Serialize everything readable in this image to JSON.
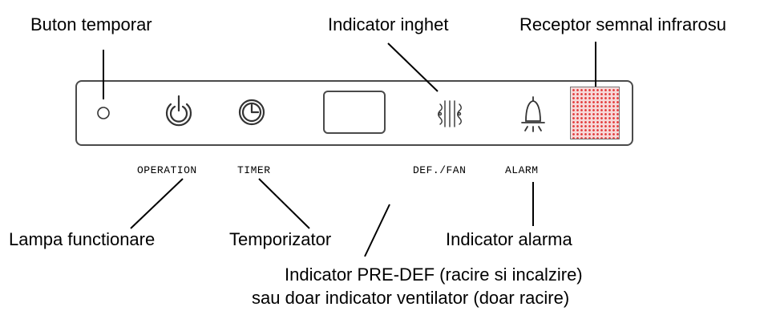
{
  "callouts": {
    "buton_temporar": "Buton temporar",
    "indicator_inghet": "Indicator inghet",
    "receptor_ir": "Receptor semnal infrarosu",
    "lampa_functionare": "Lampa functionare",
    "temporizator": "Temporizator",
    "indicator_alarma": "Indicator alarma",
    "pre_def_line1": "Indicator PRE-DEF (racire si incalzire)",
    "pre_def_line2": "sau doar indicator ventilator (doar racire)"
  },
  "panel_labels": {
    "operation": "OPERATION",
    "timer": "TIMER",
    "def_fan": "DEF./FAN",
    "alarm": "ALARM"
  },
  "icons": [
    "temporary-button-icon",
    "power-icon",
    "clock-icon",
    "defrost-icon",
    "alarm-bell-icon"
  ],
  "colors": {
    "ir_receiver": "#e23b3b",
    "ir_background": "#f7d9d9",
    "outline": "#4a4a4a"
  }
}
